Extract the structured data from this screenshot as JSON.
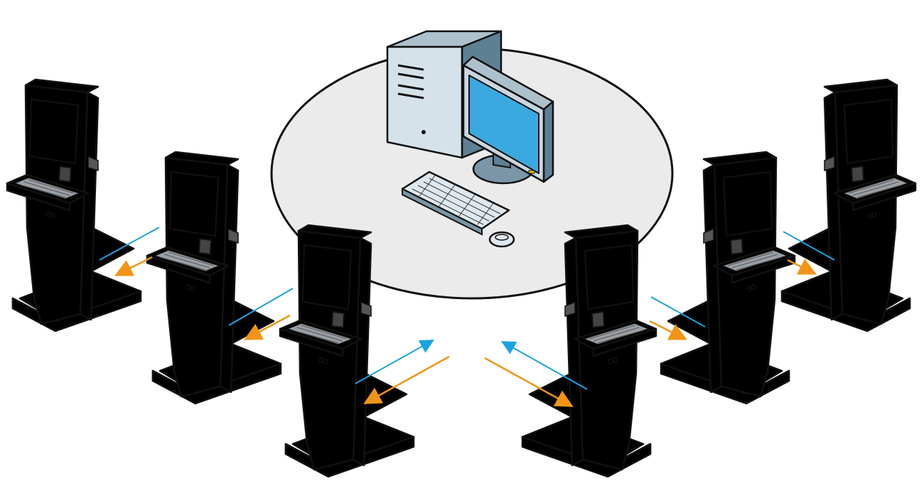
{
  "colors": {
    "background": "#ffffff",
    "platform": "#ebebeb",
    "outline": "#111111",
    "kiosk_gray_front": "#dcdcdc",
    "kiosk_gray_side": "#b9b9b9",
    "kiosk_gray_base_shadow": "#6a6a6a",
    "kiosk_blue_front": "#8fbfe8",
    "kiosk_blue_side": "#c7e3f7",
    "kiosk_blue_base_shadow": "#5f8fb8",
    "screen": "#1c1c1c",
    "pc_case_front": "#d6e2ea",
    "pc_case_side": "#7a96a8",
    "pc_case_top": "#adc1cd",
    "monitor_screen": "#3aa9e0",
    "keyboard": "#dfe8ee",
    "arrow_blue": "#1aa3e0",
    "arrow_orange": "#f29418"
  },
  "icons": {
    "server": "desktop-computer-icon",
    "kiosk": "self-service-kiosk-icon",
    "upload_arrow": "blue-arrow-icon",
    "download_arrow": "orange-arrow-icon"
  },
  "nodes": [
    {
      "id": "central-workstation",
      "kind": "server"
    },
    {
      "id": "kiosk-gray-1",
      "kind": "kiosk",
      "color": "gray"
    },
    {
      "id": "kiosk-gray-2",
      "kind": "kiosk",
      "color": "gray"
    },
    {
      "id": "kiosk-gray-3",
      "kind": "kiosk",
      "color": "gray"
    },
    {
      "id": "kiosk-blue-1",
      "kind": "kiosk",
      "color": "blue"
    },
    {
      "id": "kiosk-blue-2",
      "kind": "kiosk",
      "color": "blue"
    },
    {
      "id": "kiosk-blue-3",
      "kind": "kiosk",
      "color": "blue"
    }
  ],
  "links": [
    {
      "from": "central-workstation",
      "to": "kiosk-gray-3",
      "direction": "bidirectional"
    },
    {
      "from": "central-workstation",
      "to": "kiosk-blue-1",
      "direction": "bidirectional"
    },
    {
      "from": "kiosk-gray-3",
      "to": "kiosk-gray-2",
      "direction": "relay"
    },
    {
      "from": "kiosk-gray-2",
      "to": "kiosk-gray-1",
      "direction": "relay"
    },
    {
      "from": "kiosk-blue-1",
      "to": "kiosk-blue-2",
      "direction": "relay"
    },
    {
      "from": "kiosk-blue-2",
      "to": "kiosk-blue-3",
      "direction": "relay"
    }
  ]
}
